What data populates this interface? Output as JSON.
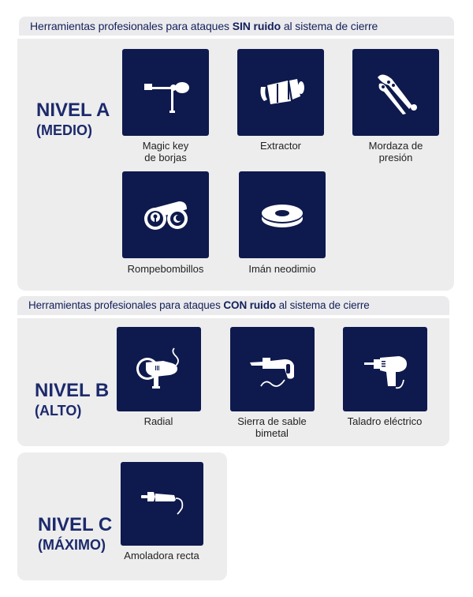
{
  "section_a": {
    "header": {
      "prefix": "Herramientas profesionales para ataques ",
      "bold": "SIN ruido",
      "suffix": " al sistema de cierre"
    },
    "level": {
      "name": "NIVEL A",
      "grade": "(MEDIO)"
    },
    "tools": [
      {
        "label_line1": "Magic key",
        "label_line2": "de borjas",
        "icon": "magic-key-icon"
      },
      {
        "label_line1": "Extractor",
        "label_line2": "",
        "icon": "extractor-icon"
      },
      {
        "label_line1": "Mordaza de",
        "label_line2": "presión",
        "icon": "locking-pliers-icon"
      },
      {
        "label_line1": "Rompebombillos",
        "label_line2": "",
        "icon": "cylinder-breaker-icon"
      },
      {
        "label_line1": "Imán neodimio",
        "label_line2": "",
        "icon": "neodymium-magnet-icon"
      }
    ]
  },
  "section_b": {
    "header": {
      "prefix": "Herramientas profesionales para ataques ",
      "bold": "CON ruido",
      "suffix": " al sistema de cierre"
    },
    "level": {
      "name": "NIVEL B",
      "grade": "(ALTO)"
    },
    "tools": [
      {
        "label_line1": "Radial",
        "label_line2": "",
        "icon": "angle-grinder-icon"
      },
      {
        "label_line1": "Sierra de sable",
        "label_line2": "bimetal",
        "icon": "reciprocating-saw-icon"
      },
      {
        "label_line1": "Taladro eléctrico",
        "label_line2": "",
        "icon": "electric-drill-icon"
      }
    ]
  },
  "section_c": {
    "level": {
      "name": "NIVEL C",
      "grade": "(MÁXIMO)"
    },
    "tools": [
      {
        "label_line1": "Amoladora recta",
        "label_line2": "",
        "icon": "die-grinder-icon"
      }
    ]
  },
  "colors": {
    "tile": "#0e1a4d",
    "panel": "#ededee",
    "heading": "#1c2a6b"
  }
}
